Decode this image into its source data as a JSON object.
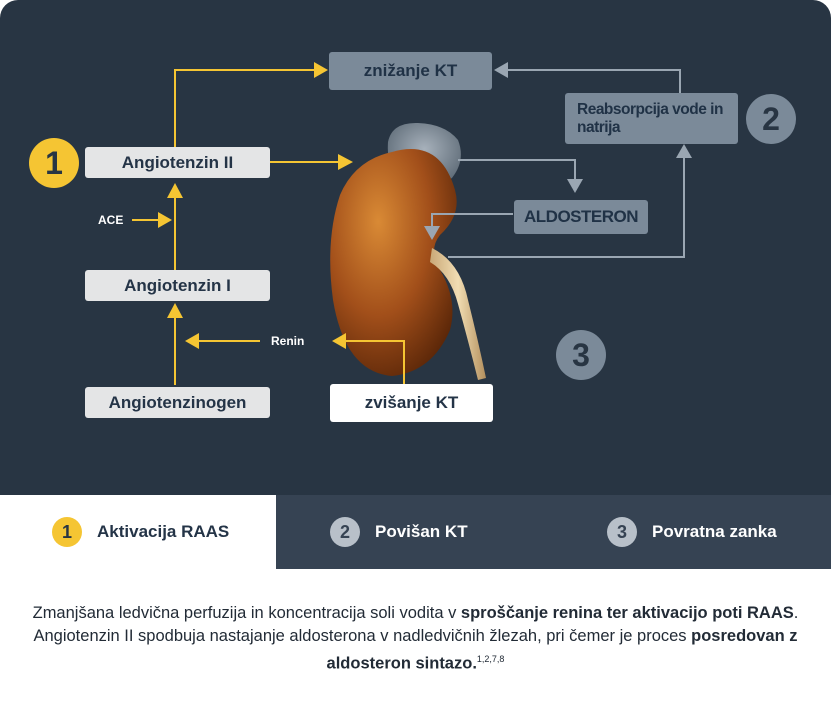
{
  "diagram": {
    "nodes": {
      "znizanje_kt": "znižanje KT",
      "reabsorpcija": "Reabsorpcija vode in natrija",
      "angiotenzin_ii": "Angiotenzin II",
      "aldosteron": "ALDOSTERON",
      "angiotenzin_i": "Angiotenzin I",
      "angiotenzinogen": "Angiotenzinogen",
      "zvisanje_kt": "zvišanje KT"
    },
    "labels": {
      "ace": "ACE",
      "renin": "Renin"
    },
    "badges": {
      "one": "1",
      "two": "2",
      "three": "3"
    }
  },
  "tabs": [
    {
      "number": "1",
      "label": "Aktivacija RAAS",
      "active": true
    },
    {
      "number": "2",
      "label": "Povišan KT",
      "active": false
    },
    {
      "number": "3",
      "label": "Povratna zanka",
      "active": false
    }
  ],
  "description": {
    "part1": "Zmanjšana ledvična perfuzija in koncentracija soli vodita v ",
    "bold1": "sproščanje renina ter aktivacijo poti RAAS",
    "part2": ". Angiotenzin II spodbuja nastajanje aldosterona v nadledvičnih žlezah, pri čemer je proces ",
    "bold2": "posredovan z aldosteron sintazo.",
    "refs": "1,2,7,8"
  },
  "colors": {
    "accent": "#f5c533",
    "panel": "#283543",
    "muted_box": "#7b8a99",
    "grey_arrow": "#9aa6b2"
  }
}
